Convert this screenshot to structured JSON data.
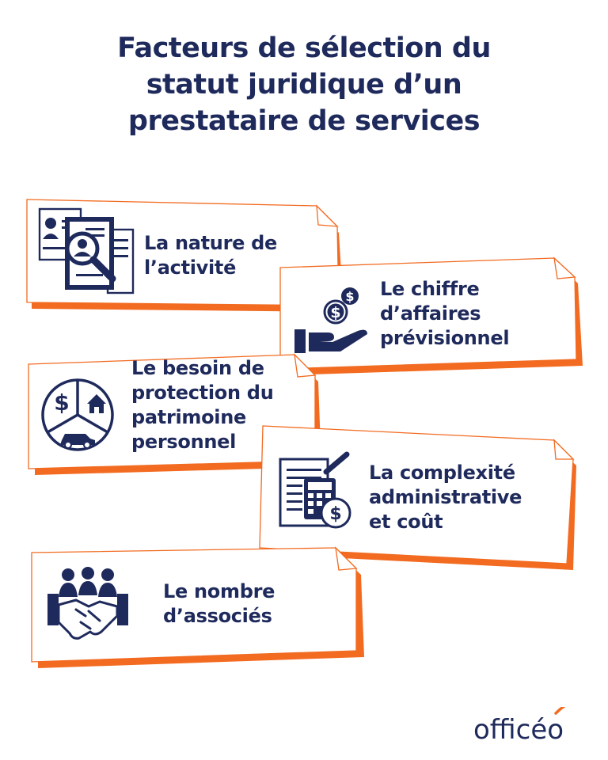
{
  "title": {
    "line1": "Facteurs de sélection du",
    "line2": "statut juridique d’un",
    "line3": "prestataire de services"
  },
  "colors": {
    "navy": "#1f2a5c",
    "orange": "#f26b21"
  },
  "cards": [
    {
      "icon": "documents-magnifier-icon",
      "lines": [
        "La nature de",
        "l’activité"
      ]
    },
    {
      "icon": "hand-coins-icon",
      "lines": [
        "Le chiffre",
        "d’affaires",
        "prévisionnel"
      ]
    },
    {
      "icon": "protection-circle-icon",
      "lines": [
        "Le besoin de",
        "protection du",
        "patrimoine",
        "personnel"
      ]
    },
    {
      "icon": "calculator-document-icon",
      "lines": [
        "La complexité",
        "administrative",
        "et coût"
      ]
    },
    {
      "icon": "team-handshake-icon",
      "lines": [
        "Le nombre",
        "d’associés"
      ]
    }
  ],
  "brand": {
    "logo_text": "officéo"
  }
}
